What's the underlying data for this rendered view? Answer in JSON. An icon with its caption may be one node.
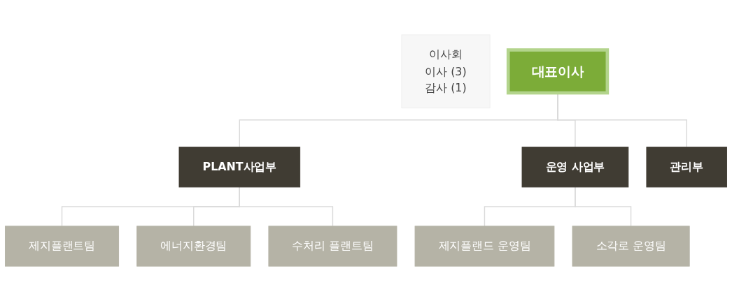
{
  "diagram": {
    "nodes": [
      {
        "text": [
          "이사회",
          "이사 (3)",
          "감사 (1)"
        ]
      },
      {
        "text": [
          "대표이사"
        ]
      },
      {
        "text": [
          "PLANT사업부"
        ]
      },
      {
        "text": [
          "운영 사업부"
        ]
      },
      {
        "text": [
          "관리부"
        ]
      },
      {
        "text": [
          "제지플랜트팀"
        ]
      },
      {
        "text": [
          "에너지환경팀"
        ]
      },
      {
        "text": [
          "수처리 플랜트팀"
        ]
      },
      {
        "text": [
          "제지플랜드 운영팀"
        ]
      },
      {
        "text": [
          "소각로 운영팀"
        ]
      }
    ],
    "edges": [
      {
        "from": 1,
        "to": 2,
        "arrow": "none"
      },
      {
        "from": 1,
        "to": 3,
        "arrow": "none"
      },
      {
        "from": 1,
        "to": 4,
        "arrow": "none"
      },
      {
        "from": 2,
        "to": 5,
        "arrow": "none"
      },
      {
        "from": 2,
        "to": 6,
        "arrow": "none"
      },
      {
        "from": 2,
        "to": 7,
        "arrow": "none"
      },
      {
        "from": 3,
        "to": 8,
        "arrow": "none"
      },
      {
        "from": 3,
        "to": 9,
        "arrow": "none"
      }
    ]
  }
}
